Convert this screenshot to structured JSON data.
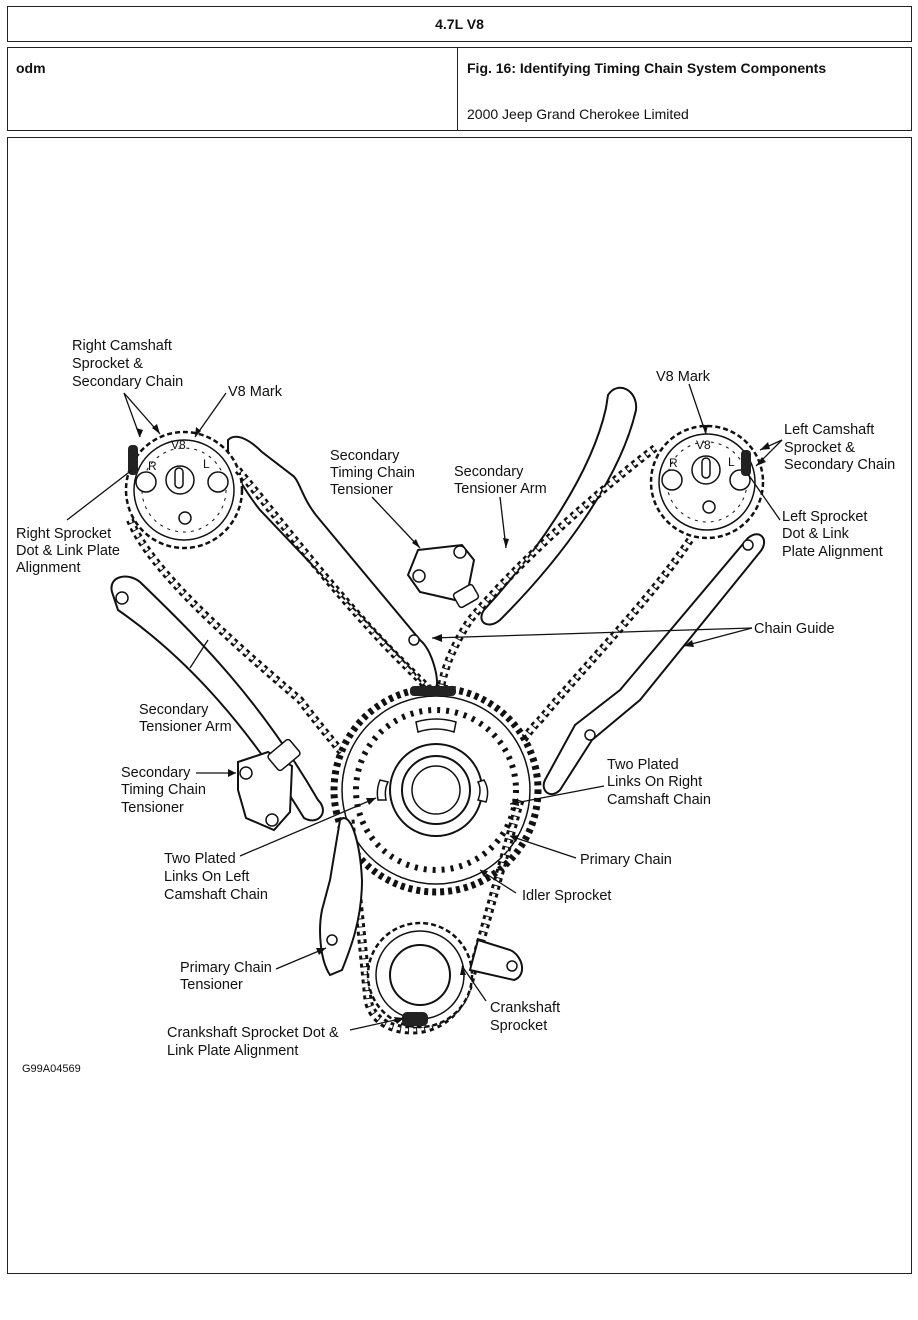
{
  "header": {
    "engine": "4.7L V8"
  },
  "info": {
    "source": "odm",
    "figure_title": "Fig. 16: Identifying Timing Chain System Components",
    "vehicle": "2000 Jeep Grand Cherokee Limited"
  },
  "diagram": {
    "labels": {
      "right_cam_1": "Right Camshaft",
      "right_cam_2": "Sprocket &",
      "right_cam_3": "Secondary Chain",
      "v8_mark_left": "V8 Mark",
      "sec_tensioner_top_1": "Secondary",
      "sec_tensioner_top_2": "Timing Chain",
      "sec_tensioner_top_3": "Tensioner",
      "sec_arm_top_1": "Secondary",
      "sec_arm_top_2": "Tensioner Arm",
      "v8_mark_right": "V8 Mark",
      "left_cam_1": "Left Camshaft",
      "left_cam_2": "Sprocket &",
      "left_cam_3": "Secondary Chain",
      "left_sprocket_1": "Left Sprocket",
      "left_sprocket_2": "Dot & Link",
      "left_sprocket_3": "Plate Alignment",
      "right_sprocket_1": "Right Sprocket",
      "right_sprocket_2": "Dot & Link Plate",
      "right_sprocket_3": "Alignment",
      "chain_guide": "Chain Guide",
      "sec_arm_left_1": "Secondary",
      "sec_arm_left_2": "Tensioner Arm",
      "two_plated_right_1": "Two Plated",
      "two_plated_right_2": "Links On Right",
      "two_plated_right_3": "Camshaft Chain",
      "sec_tensioner_left_1": "Secondary",
      "sec_tensioner_left_2": "Timing Chain",
      "sec_tensioner_left_3": "Tensioner",
      "primary_chain": "Primary Chain",
      "two_plated_left_1": "Two Plated",
      "two_plated_left_2": "Links On Left",
      "two_plated_left_3": "Camshaft Chain",
      "idler_sprocket": "Idler Sprocket",
      "primary_tensioner_1": "Primary Chain",
      "primary_tensioner_2": "Tensioner",
      "crank_sprocket_1": "Crankshaft",
      "crank_sprocket_2": "Sprocket",
      "crank_dot_1": "Crankshaft Sprocket Dot &",
      "crank_dot_2": "Link Plate Alignment",
      "cam_v8_left": "V8",
      "cam_r_left": "R",
      "cam_l_left": "L",
      "cam_v8_right": "V8",
      "cam_r_right": "R",
      "cam_l_right": "L",
      "figure_code": "G99A04569"
    }
  }
}
